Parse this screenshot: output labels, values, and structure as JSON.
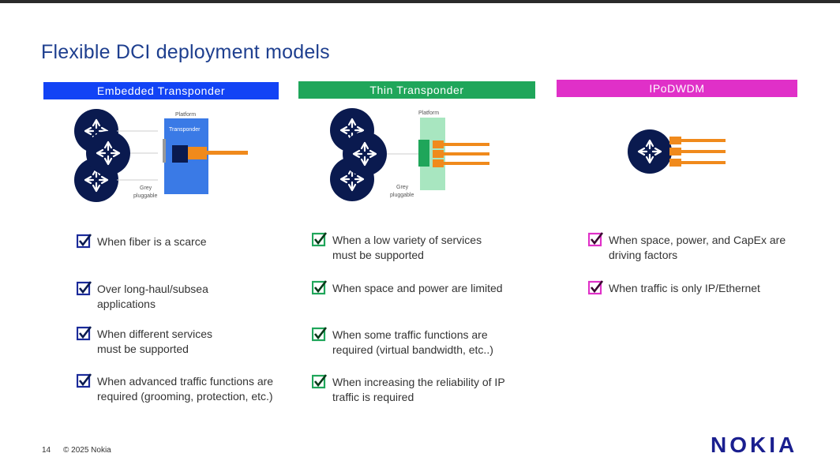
{
  "title": "Flexible DCI deployment models",
  "colors": {
    "title": "#1e3f8f",
    "router": "#0a1a4f",
    "embedded": "#1243f5",
    "thin": "#1fa65a",
    "ipodwdm": "#e030c8",
    "orange": "#f08a1c",
    "logo": "#1a1f8f"
  },
  "columns": [
    {
      "header": "Embedded Transponder",
      "labels": {
        "platform": "Platform",
        "transponder": "Transponder",
        "grey": "Grey",
        "pluggable": "pluggable"
      },
      "items": [
        "When fiber is a scarce",
        "Over long-haul/subsea\napplications",
        "When different services\nmust be supported",
        "When advanced traffic functions are\nrequired (grooming, protection, etc.)"
      ]
    },
    {
      "header": "Thin Transponder",
      "labels": {
        "platform": "Platform",
        "grey": "Grey",
        "pluggable": "pluggable"
      },
      "items": [
        "When a low variety of services\nmust be supported",
        "When space and power are limited",
        "When some traffic functions are\nrequired (virtual bandwidth, etc..)",
        "When increasing the reliability of IP\ntraffic is required"
      ]
    },
    {
      "header": "IPoDWDM",
      "items": [
        "When space, power, and CapEx are\ndriving factors",
        "When traffic is only IP/Ethernet"
      ]
    }
  ],
  "footer": {
    "page": "14",
    "copyright": "© 2025 Nokia"
  },
  "logo": "NOKIA"
}
